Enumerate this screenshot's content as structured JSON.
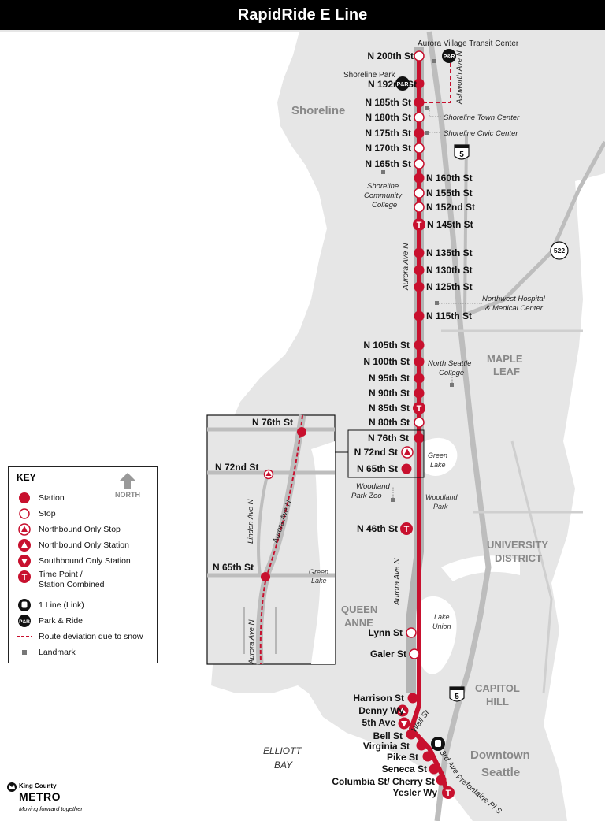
{
  "title": "RapidRide E Line",
  "colors": {
    "route": "#c8102e",
    "land": "#e6e6e6",
    "water": "#ffffff",
    "road": "#b3b3b3"
  },
  "stations": [
    {
      "name": "N 200th St",
      "type": "stop"
    },
    {
      "name": "N 192nd St",
      "type": "station"
    },
    {
      "name": "N 185th St",
      "type": "station"
    },
    {
      "name": "N 180th St",
      "type": "stop"
    },
    {
      "name": "N 175th St",
      "type": "station"
    },
    {
      "name": "N 170th St",
      "type": "stop"
    },
    {
      "name": "N 165th St",
      "type": "stop"
    },
    {
      "name": "N 160th St",
      "type": "station"
    },
    {
      "name": "N 155th St",
      "type": "stop"
    },
    {
      "name": "N 152nd St",
      "type": "stop"
    },
    {
      "name": "N 145th St",
      "type": "timepoint"
    },
    {
      "name": "N 135th St",
      "type": "station"
    },
    {
      "name": "N 130th St",
      "type": "station"
    },
    {
      "name": "N 125th St",
      "type": "station"
    },
    {
      "name": "N 115th St",
      "type": "station"
    },
    {
      "name": "N 105th St",
      "type": "station"
    },
    {
      "name": "N 100th St",
      "type": "station"
    },
    {
      "name": "N 95th St",
      "type": "station"
    },
    {
      "name": "N 90th St",
      "type": "station"
    },
    {
      "name": "N 85th St",
      "type": "timepoint"
    },
    {
      "name": "N 80th St",
      "type": "stop"
    },
    {
      "name": "N 76th St",
      "type": "station"
    },
    {
      "name": "N 72nd St",
      "type": "northbound-stop"
    },
    {
      "name": "N 65th St",
      "type": "station"
    },
    {
      "name": "N 46th St",
      "type": "timepoint"
    },
    {
      "name": "Lynn St",
      "type": "stop"
    },
    {
      "name": "Galer St",
      "type": "stop"
    },
    {
      "name": "Harrison St",
      "type": "station"
    },
    {
      "name": "Denny Wy",
      "type": "northbound-station"
    },
    {
      "name": "5th Ave",
      "type": "southbound-station"
    },
    {
      "name": "Bell St",
      "type": "station"
    },
    {
      "name": "Virginia St",
      "type": "station"
    },
    {
      "name": "Pike St",
      "type": "station"
    },
    {
      "name": "Seneca St",
      "type": "station"
    },
    {
      "name": "Columbia St/ Cherry St",
      "type": "station"
    },
    {
      "name": "Yesler Wy",
      "type": "timepoint"
    }
  ],
  "landmarks": {
    "aurora_village": "Aurora Village Transit Center",
    "shoreline_park": "Shoreline Park",
    "shoreline_town_center": "Shoreline Town Center",
    "shoreline_civic_center": "Shoreline Civic Center",
    "shoreline_cc_1": "Shoreline",
    "shoreline_cc_2": "Community",
    "shoreline_cc_3": "College",
    "northwest_hospital_1": "Northwest Hospital",
    "northwest_hospital_2": "& Medical Center",
    "north_seattle_1": "North Seattle",
    "north_seattle_2": "College",
    "woodland_zoo_1": "Woodland",
    "woodland_zoo_2": "Park Zoo"
  },
  "areas": {
    "shoreline": "Shoreline",
    "maple_1": "MAPLE",
    "maple_2": "LEAF",
    "univ_1": "UNIVERSITY",
    "univ_2": "DISTRICT",
    "queen_1": "QUEEN",
    "queen_2": "ANNE",
    "capitol_1": "CAPITOL",
    "capitol_2": "HILL",
    "downtown_1": "Downtown",
    "downtown_2": "Seattle"
  },
  "water": {
    "green_lake_1": "Green",
    "green_lake_2": "Lake",
    "woodland_park_1": "Woodland",
    "woodland_park_2": "Park",
    "lake_union_1": "Lake",
    "lake_union_2": "Union",
    "elliott_1": "ELLIOTT",
    "elliott_2": "BAY"
  },
  "streets": {
    "ashworth": "Ashworth Ave N",
    "aurora_1": "Aurora Ave N",
    "aurora_2": "Aurora Ave N",
    "wall": "Wall St",
    "third_ave": "3rd Ave",
    "prefontaine": "Prefontaine Pl S"
  },
  "shields": {
    "i5": "5",
    "sr522": "522",
    "pr": "P&R",
    "t": "T"
  },
  "inset": {
    "n76": "N 76th St",
    "n72": "N 72nd St",
    "n65": "N 65th St",
    "linden": "Linden Ave N",
    "aurora_a": "Aurora Ave N",
    "aurora_b": "Aurora Ave N",
    "green_lake_1": "Green",
    "green_lake_2": "Lake"
  },
  "key": {
    "title": "KEY",
    "north": "NORTH",
    "items": [
      "Station",
      "Stop",
      "Northbound Only Stop",
      "Northbound Only Station",
      "Southbound Only Station",
      "Time Point /",
      "Station Combined",
      "1 Line (Link)",
      "Park & Ride",
      "Route deviation due to snow",
      "Landmark"
    ]
  },
  "logo": {
    "line1": "King County",
    "line2": "METRO",
    "tagline": "Moving forward together"
  }
}
